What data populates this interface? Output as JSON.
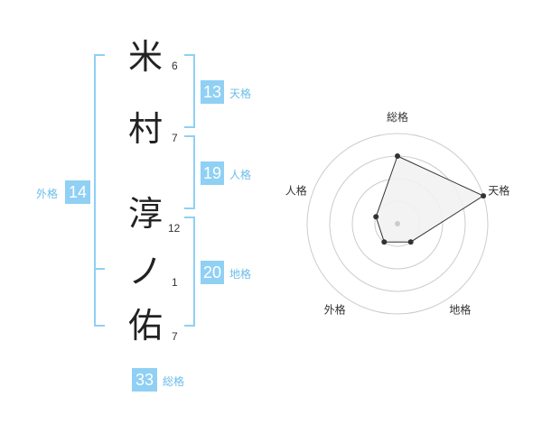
{
  "name": {
    "chars": [
      {
        "char": "米",
        "strokes": "6"
      },
      {
        "char": "村",
        "strokes": "7"
      },
      {
        "char": "淳",
        "strokes": "12"
      },
      {
        "char": "ノ",
        "strokes": "1"
      },
      {
        "char": "佑",
        "strokes": "7"
      }
    ]
  },
  "fortunes": {
    "tenkaku": {
      "label": "天格",
      "value": "13"
    },
    "jinkaku": {
      "label": "人格",
      "value": "19"
    },
    "chikaku": {
      "label": "地格",
      "value": "20"
    },
    "gaikaku": {
      "label": "外格",
      "value": "14"
    },
    "soukaku": {
      "label": "総格",
      "value": "33"
    }
  },
  "colors": {
    "accent": "#8fd0f4",
    "accent_text": "#6cbde8",
    "ring": "#cccccc",
    "polygon_fill": "#f2f2f2",
    "polygon_stroke": "#333333"
  },
  "radar": {
    "axes": [
      "総格",
      "天格",
      "地格",
      "外格",
      "人格"
    ],
    "max_level": 4,
    "values": [
      3,
      4,
      1,
      1,
      1
    ]
  }
}
